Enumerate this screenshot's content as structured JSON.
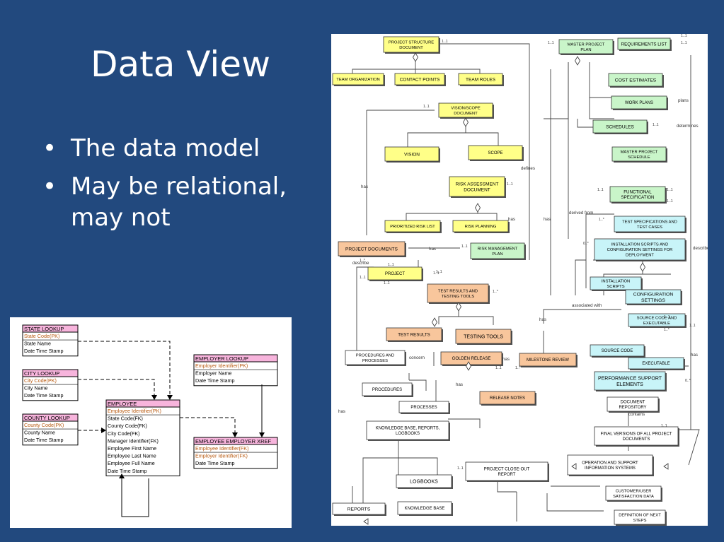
{
  "slide": {
    "title": "Data View",
    "bullets": [
      "The data model",
      "May be relational, may not"
    ]
  },
  "er": {
    "colors": {
      "header": "#f7b4dc",
      "key": "#b85a10",
      "line": "#000000"
    },
    "state": {
      "title": "STATE LOOKUP",
      "fields": [
        "State Code(PK)",
        "State Name",
        "Date Time Stamp"
      ]
    },
    "city": {
      "title": "CITY LOOKUP",
      "fields": [
        "City Code(PK)",
        "City Name",
        "Date Time Stamp"
      ]
    },
    "county": {
      "title": "COUNTY LOOKUP",
      "fields": [
        "County Code(PK)",
        "County Name",
        "Date Time Stamp"
      ]
    },
    "employee": {
      "title": "EMPLOYEE",
      "fields": [
        "Employee Identifier(PK)",
        "State Code(FK)",
        "County Code(FK)",
        "City Code(FK)",
        "Manager Identifier(FK)",
        "Employee First Name",
        "Employee Last Name",
        "Employee Full Name",
        "Date Time Stamp"
      ]
    },
    "employer": {
      "title": "EMPLOYER LOOKUP",
      "fields": [
        "Employer Identifier(PK)",
        "Employer Name",
        "Date Time Stamp"
      ]
    },
    "xref": {
      "title": "EMPLOYEE EMPLOYER XREF",
      "fields": [
        "Employee Identifier(FK)",
        "Employer Identifier(FK)",
        "Date Time Stamp"
      ]
    }
  },
  "model": {
    "colors": {
      "yellow": "#ffff88",
      "green": "#c9f5c9",
      "orange": "#f8c69c",
      "cyan": "#c8f4f8",
      "white": "#ffffff"
    },
    "nodes": {
      "psd": [
        "PROJECT STRUCTURE",
        "DOCUMENT"
      ],
      "team_org": [
        "TEAM ORGANIZATION"
      ],
      "contact": [
        "CONTACT POINTS"
      ],
      "roles": [
        "TEAM ROLES"
      ],
      "vision_doc": [
        "VISION/SCOPE",
        "DOCUMENT"
      ],
      "vision": [
        "VISION"
      ],
      "scope": [
        "SCOPE"
      ],
      "risk_doc": [
        "RISK ASSESSMENT",
        "DOCUMENT"
      ],
      "prioritized": [
        "PRIORITIZED RISK LIST"
      ],
      "risk_plan": [
        "RISK PLANNING"
      ],
      "risk_mgmt": [
        "RISK MANAGEMENT",
        "PLAN"
      ],
      "proj_docs": [
        "PROJECT DOCUMENTS"
      ],
      "project": [
        "PROJECT"
      ],
      "master_plan": [
        "MASTER PROJECT",
        "PLAN"
      ],
      "req": [
        "REQUIREMENTS LIST"
      ],
      "cost": [
        "COST ESTIMATES"
      ],
      "work": [
        "WORK PLANS"
      ],
      "schedules": [
        "SCHEDULES"
      ],
      "master_sched": [
        "MASTER PROJECT",
        "SCHEDULE"
      ],
      "func": [
        "FUNCTIONAL",
        "SPECIFICATION"
      ],
      "test_spec": [
        "TEST SPECIFICATIONS AND",
        "TEST CASES"
      ],
      "install_conf": [
        "INSTALLATION SCRIPTS AND",
        "CONFIGURATION SETTINGS FOR",
        "DEPLOYMENT"
      ],
      "install": [
        "INSTALLATION",
        "SCRIPTS"
      ],
      "config": [
        "CONFIGURATION",
        "SETTINGS"
      ],
      "source_exec": [
        "SOURCE CODE AND",
        "EXECUTABLE"
      ],
      "source": [
        "SOURCE CODE"
      ],
      "exec": [
        "EXECUTABLE"
      ],
      "perf": [
        "PERFORMANCE SUPPORT",
        "ELEMENTS"
      ],
      "test_tools": [
        "TEST RESULTS AND",
        "TESTING TOOLS"
      ],
      "test_results": [
        "TEST RESULTS"
      ],
      "testing_tools": [
        "TESTING TOOLS"
      ],
      "golden": [
        "GOLDEN RELEASE"
      ],
      "milestone": [
        "MILESTONE REVIEW"
      ],
      "release_notes": [
        "RELEASE NOTES"
      ],
      "procs_procs": [
        "PROCEDURES AND",
        "PROCESSES"
      ],
      "procedures": [
        "PROCEDURES"
      ],
      "processes": [
        "PROCESSES"
      ],
      "doc_repo": [
        "DOCUMENT",
        "REPOSITORY"
      ],
      "final": [
        "FINAL VERSIONS OF ALL PROJECT",
        "DOCUMENTS"
      ],
      "kb_rep": [
        "KNOWLEDGE BASE, REPORTS,",
        "LOGBOOKS"
      ],
      "closeout": [
        "PROJECT CLOSE-OUT",
        "REPORT"
      ],
      "ops": [
        "OPERATION AND SUPPORT",
        "INFORMATION SYSTEMS"
      ],
      "logbooks": [
        "LOGBOOKS"
      ],
      "reports": [
        "REPORTS"
      ],
      "kb": [
        "KNOWLEDGE BASE"
      ],
      "satisfaction": [
        "CUSTOMER/USER",
        "SATISFACTION DATA"
      ],
      "next_steps": [
        "DEFINITION OF NEXT",
        "STEPS"
      ]
    },
    "labels": {
      "has": "has",
      "defines": "defines",
      "plans": "plans",
      "determines": "determines",
      "derived_from": "derived from",
      "describes": "describes",
      "describe": "describe",
      "associated_with": "associated with",
      "concern": "concern",
      "contains": "contains"
    },
    "mult": {
      "one_one": "1..1",
      "one_many": "1..*",
      "zero_many": "0..*"
    }
  }
}
